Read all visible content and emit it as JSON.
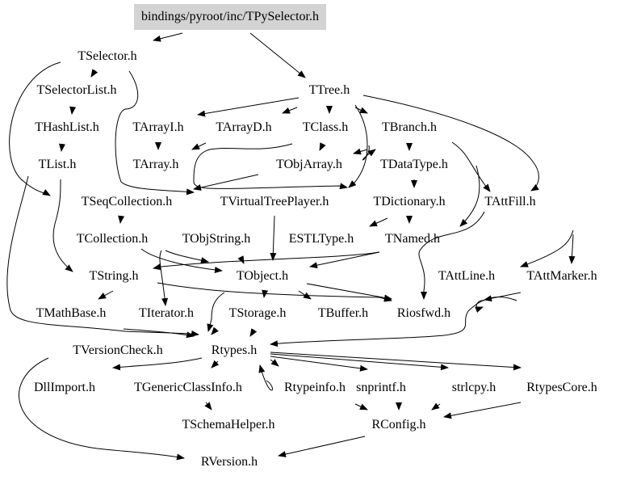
{
  "root": "bindings/pyroot/inc/TPySelector.h",
  "nodes": {
    "tselector": "TSelector.h",
    "ttree": "TTree.h",
    "tselectorlist": "TSelectorList.h",
    "thashlist": "THashList.h",
    "tarrayi": "TArrayI.h",
    "tarrayd": "TArrayD.h",
    "tclass": "TClass.h",
    "tbranch": "TBranch.h",
    "tlist": "TList.h",
    "tarray": "TArray.h",
    "tobjarray": "TObjArray.h",
    "tdatatype": "TDataType.h",
    "tseqcollection": "TSeqCollection.h",
    "tvirtualtreeplayer": "TVirtualTreePlayer.h",
    "tdictionary": "TDictionary.h",
    "tattfill": "TAttFill.h",
    "tcollection": "TCollection.h",
    "tobjstring": "TObjString.h",
    "estltype": "ESTLType.h",
    "tnamed": "TNamed.h",
    "tstring": "TString.h",
    "tobject": "TObject.h",
    "tattline": "TAttLine.h",
    "tattmarker": "TAttMarker.h",
    "tmathbase": "TMathBase.h",
    "titerator": "TIterator.h",
    "tstorage": "TStorage.h",
    "tbuffer": "TBuffer.h",
    "riosfwd": "Riosfwd.h",
    "tversioncheck": "TVersionCheck.h",
    "rtypes": "Rtypes.h",
    "dllimport": "DllImport.h",
    "tgenericclassinfo": "TGenericClassInfo.h",
    "rtypeinfo": "Rtypeinfo.h",
    "snprintf": "snprintf.h",
    "strlcpy": "strlcpy.h",
    "rtypescore": "RtypesCore.h",
    "tschemahelper": "TSchemaHelper.h",
    "rconfig": "RConfig.h",
    "rversion": "RVersion.h"
  },
  "colors": {
    "root_fill": "#d3d3d3",
    "edge": "#000000"
  }
}
